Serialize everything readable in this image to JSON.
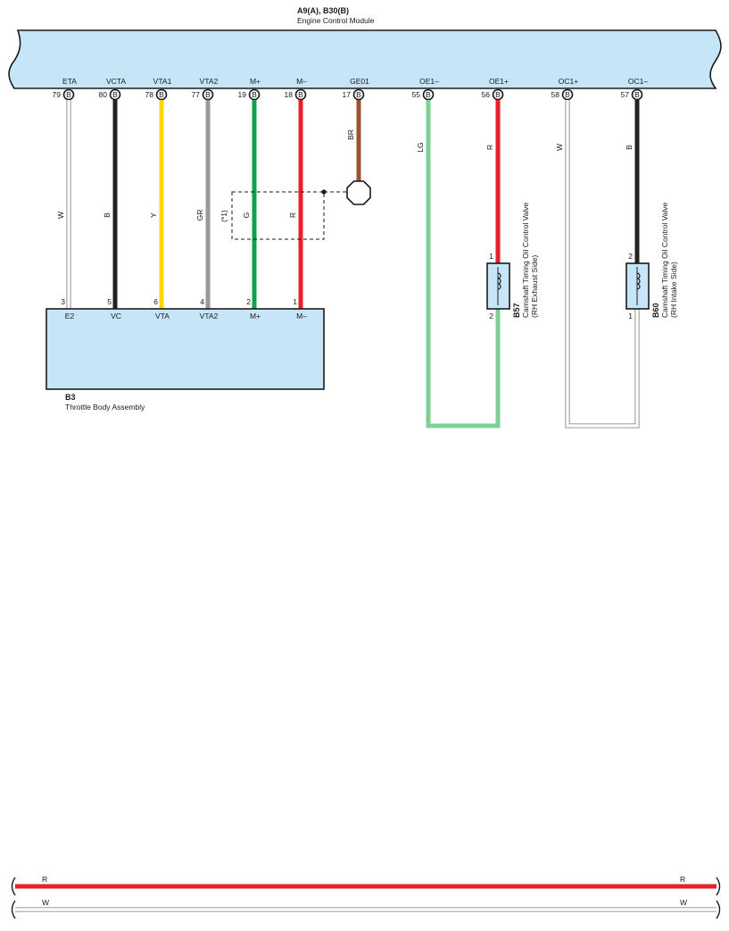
{
  "ecm": {
    "code": "A9(A), B30(B)",
    "name": "Engine Control Module",
    "pins": [
      {
        "label": "ETA",
        "num": "79",
        "conn": "B"
      },
      {
        "label": "VCTA",
        "num": "80",
        "conn": "B"
      },
      {
        "label": "VTA1",
        "num": "78",
        "conn": "B"
      },
      {
        "label": "VTA2",
        "num": "77",
        "conn": "B"
      },
      {
        "label": "M+",
        "num": "19",
        "conn": "B"
      },
      {
        "label": "M–",
        "num": "18",
        "conn": "B"
      },
      {
        "label": "GE01",
        "num": "17",
        "conn": "B"
      },
      {
        "label": "OE1–",
        "num": "55",
        "conn": "B"
      },
      {
        "label": "OE1+",
        "num": "56",
        "conn": "B"
      },
      {
        "label": "OC1+",
        "num": "58",
        "conn": "B"
      },
      {
        "label": "OC1–",
        "num": "57",
        "conn": "B"
      }
    ]
  },
  "wire_colors": [
    "W",
    "B",
    "Y",
    "GR",
    "G",
    "R",
    "BR",
    "LG",
    "R",
    "W",
    "B"
  ],
  "shield_note": "(*1)",
  "throttle": {
    "code": "B3",
    "name": "Throttle Body Assembly",
    "pins": [
      {
        "num": "3",
        "label": "E2"
      },
      {
        "num": "5",
        "label": "VC"
      },
      {
        "num": "6",
        "label": "VTA"
      },
      {
        "num": "4",
        "label": "VTA2"
      },
      {
        "num": "2",
        "label": "M+"
      },
      {
        "num": "1",
        "label": "M–"
      }
    ]
  },
  "b57": {
    "code": "B57",
    "line1": "Camshaft Timing Oil Control Valve",
    "line2": "(RH Exhaust Side)",
    "pin_top": "1",
    "pin_bottom": "2"
  },
  "b60": {
    "code": "B60",
    "line1": "Camshaft Timing Oil Control Valve",
    "line2": "(RH Intake Side)",
    "pin_top": "2",
    "pin_bottom": "1"
  },
  "legend": {
    "red_label": "R",
    "white_label": "W"
  },
  "colors": {
    "W": "#ffffff",
    "B": "#222222",
    "Y": "#ffd700",
    "GR": "#999999",
    "G": "#0fa050",
    "R": "#e8202a",
    "BR": "#a0522d",
    "LG": "#7ccf96",
    "box_fill": "#c6e6f8",
    "outline": "#1a1a1a"
  }
}
